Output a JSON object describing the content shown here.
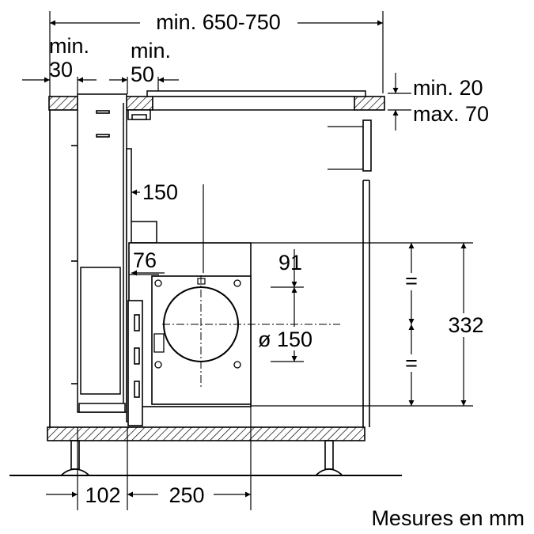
{
  "dimensions": {
    "width_range": "min. 650-750",
    "gap_left_min": "min.",
    "gap_left_value": "30",
    "gap_right_min": "min.",
    "gap_right_value": "50",
    "countertop_min": "min. 20",
    "countertop_max": "max. 70",
    "offset_150": "150",
    "offset_76": "76",
    "offset_91": "91",
    "diameter": "ø 150",
    "equal_upper": "=",
    "equal_lower": "=",
    "height_332": "332",
    "bottom_102": "102",
    "bottom_250": "250"
  },
  "caption": "Mesures en mm"
}
